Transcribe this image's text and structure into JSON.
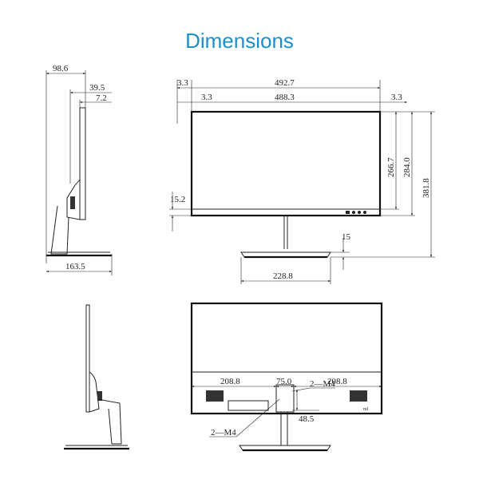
{
  "title": "Dimensions",
  "side_view": {
    "depth_total": "98.6",
    "depth_mid": "39.5",
    "depth_panel": "7.2",
    "base_depth": "163.5"
  },
  "front_view": {
    "width_total": "492.7",
    "bezel_left": "3.3",
    "active_width": "488.3",
    "bezel_right": "3.3",
    "active_height": "266.7",
    "panel_height": "284.0",
    "total_height": "381.8",
    "bottom_bezel": "15.2",
    "base_clearance": "15",
    "base_width": "228.8"
  },
  "rear_view": {
    "vesa_left": "208.8",
    "vesa_spacing": "75.0",
    "vesa_right": "208.8",
    "screw_upper": "2—M4",
    "screw_lower": "2—M4",
    "vesa_height": "48.5"
  },
  "colors": {
    "title": "#1a8fcc",
    "lines": "#222222"
  }
}
